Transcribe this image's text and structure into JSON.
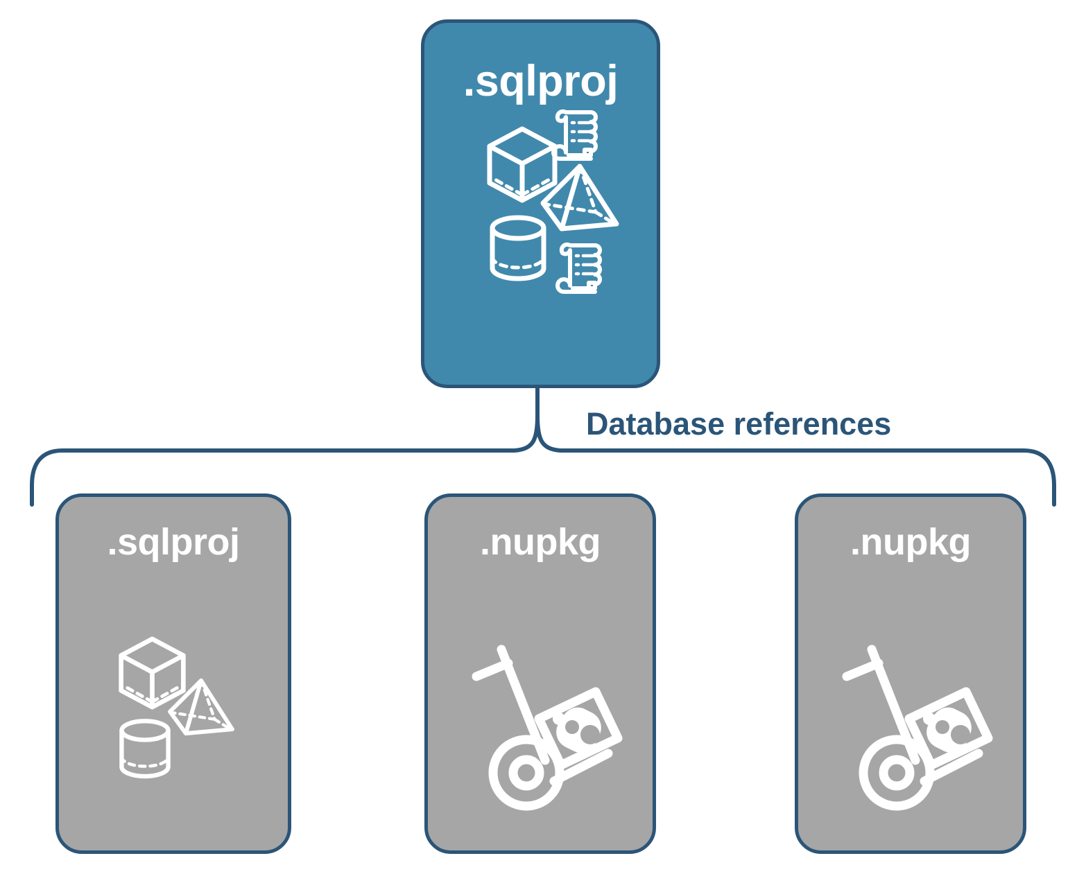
{
  "diagram": {
    "title": "Database references",
    "colors": {
      "accent_blue_fill": "#4189ac",
      "border_navy": "#2b5578",
      "reference_gray": "#a6a6a6",
      "icon_white": "#ffffff",
      "background": "#ffffff"
    },
    "connector_label": "Database references"
  },
  "project_card": {
    "label": ".sqlproj",
    "fill": "#4189ac",
    "icons": [
      "cube-icon",
      "scroll-icon",
      "pyramid-icon",
      "cylinder-icon",
      "scroll-icon"
    ]
  },
  "references": [
    {
      "label": ".sqlproj",
      "fill": "#a6a6a6",
      "icons": [
        "cube-icon",
        "pyramid-icon",
        "cylinder-icon"
      ]
    },
    {
      "label": ".nupkg",
      "fill": "#a6a6a6",
      "icons": [
        "package-hand-truck-icon"
      ]
    },
    {
      "label": ".nupkg",
      "fill": "#a6a6a6",
      "icons": [
        "package-hand-truck-icon"
      ]
    }
  ]
}
